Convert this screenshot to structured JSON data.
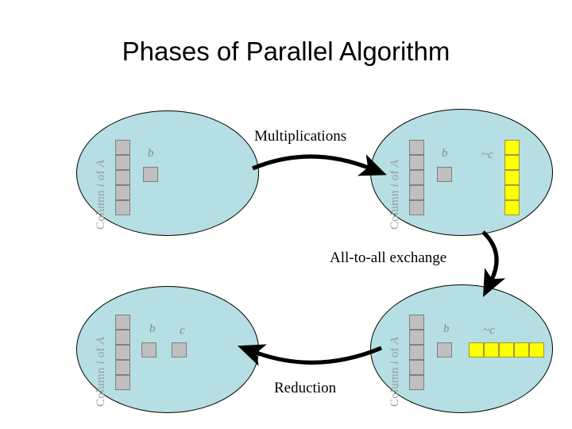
{
  "slide": {
    "title": "Phases of Parallel Algorithm",
    "background_color": "#ffffff"
  },
  "colors": {
    "ellipse_fill": "#b5dfe3",
    "ellipse_stroke": "#000000",
    "gray_cell_fill": "#bfbfbf",
    "gray_cell_stroke": "#7f7f7f",
    "yellow_cell_fill": "#ffff00",
    "yellow_cell_stroke": "#9a9a3a",
    "label_gray": "#9a9a9a",
    "math_label": "#7d8f92",
    "text": "#000000"
  },
  "column_label": {
    "prefix": "Column ",
    "index": "i",
    "middle": " of ",
    "matrix": "A"
  },
  "stages": {
    "top_left": {
      "name": "initial-state",
      "column_label": "Column i of A",
      "column_cells": 5,
      "b_label": "b",
      "b_cells": 1
    },
    "top_right": {
      "name": "after-multiplications",
      "column_label": "Column i of A",
      "column_cells": 5,
      "b_label": "b",
      "b_cells": 1,
      "c_label": "~c",
      "c_cells": 5,
      "c_orientation": "vertical"
    },
    "bottom_right": {
      "name": "after-all-to-all-exchange",
      "column_label": "Column i of A",
      "column_cells": 5,
      "b_label": "b",
      "b_cells": 1,
      "c_label": "~c",
      "c_cells": 5,
      "c_orientation": "horizontal"
    },
    "bottom_left": {
      "name": "after-reduction",
      "column_label": "Column i of A",
      "column_cells": 5,
      "b_label": "b",
      "b_cells": 1,
      "c_label": "c",
      "c_cells": 1
    }
  },
  "transitions": [
    {
      "id": "multiplications",
      "label": "Multiplications",
      "from": "top_left",
      "to": "top_right",
      "direction": "right"
    },
    {
      "id": "all-to-all-exchange",
      "label": "All-to-all exchange",
      "from": "top_right",
      "to": "bottom_right",
      "direction": "down"
    },
    {
      "id": "reduction",
      "label": "Reduction",
      "from": "bottom_right",
      "to": "bottom_left",
      "direction": "left"
    }
  ]
}
